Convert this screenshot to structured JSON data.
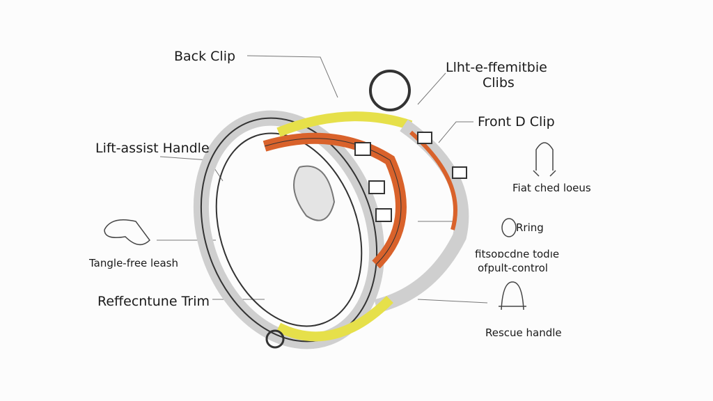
{
  "labels": {
    "back_clip": "Back Clip",
    "light_reflective_1": "Llht-e-ffemitbie",
    "light_reflective_2": "Clibs",
    "front_d_clip": "Front D Clip",
    "lift_assist": "Lift-assist Handle",
    "flat_loops": "Fiat ched loeus",
    "tangle_free": "Tangle-free leash",
    "o_ring": "Rring",
    "control_1": "fitsoɒcdne todıe",
    "control_2": "ofpult-control",
    "reflective_trim": "Reffecntune Trim",
    "rescue_handle": "Rescue handle"
  },
  "colors": {
    "orange": "#d9622b",
    "yellow": "#e6e04a",
    "line": "#555555"
  }
}
